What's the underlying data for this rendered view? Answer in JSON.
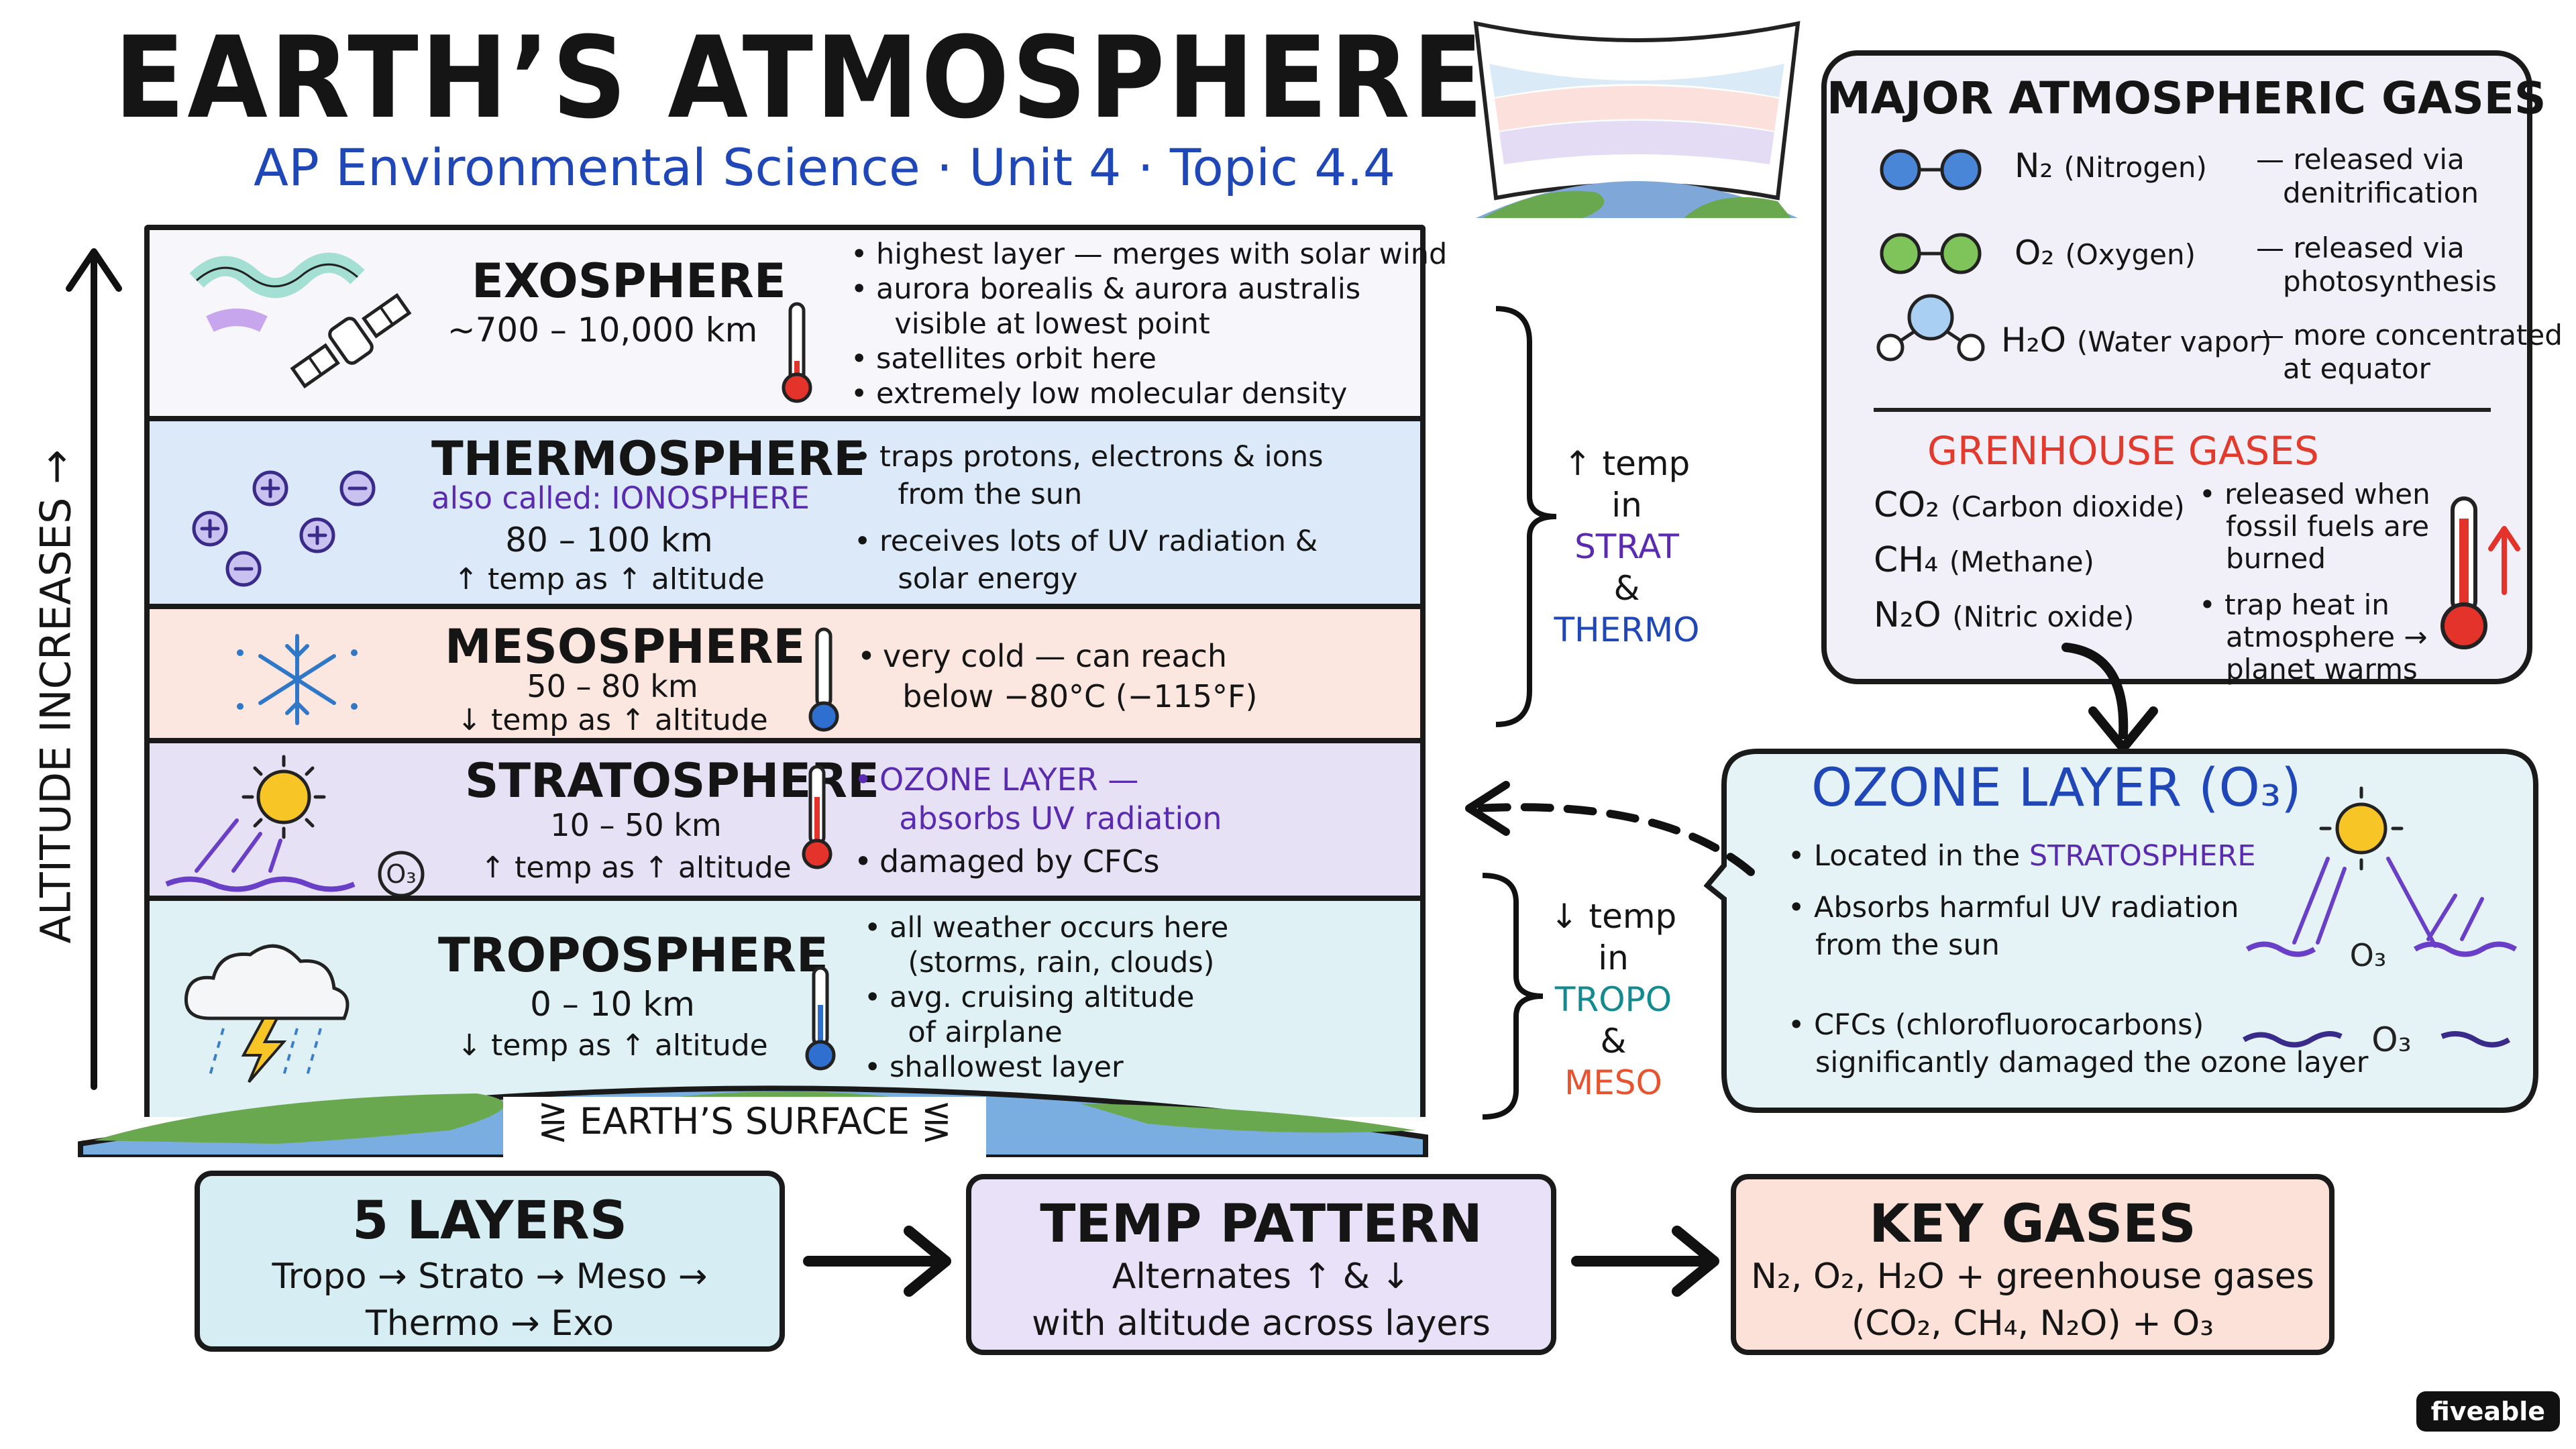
{
  "header": {
    "title": "EARTH’S ATMOSPHERE",
    "subtitle": "AP Environmental Science · Unit 4 · Topic 4.4"
  },
  "axis_label": "ALTITUDE INCREASES →",
  "surface_label": "EARTH’S SURFACE",
  "layers": [
    {
      "name": "EXOSPHERE",
      "range": "~700 – 10,000 km",
      "facts": [
        "highest layer — merges with solar wind",
        "aurora borealis & aurora australis\n  visible at lowest point",
        "satellites orbit here",
        "extremely low molecular density"
      ]
    },
    {
      "name": "THERMOSPHERE",
      "alt_prefix": "also called: ",
      "alt_name": "IONOSPHERE",
      "range": "80 – 100 km",
      "temp": "↑ temp as ↑ altitude",
      "facts": [
        "traps protons, electrons & ions\n  from the sun",
        "receives lots of UV radiation &\n  solar energy"
      ]
    },
    {
      "name": "MESOSPHERE",
      "range": "50 – 80 km",
      "temp": "↓ temp as ↑ altitude",
      "facts": [
        "very cold — can reach\n  below −80°C (−115°F)"
      ]
    },
    {
      "name": "STRATOSPHERE",
      "range": "10 – 50 km",
      "temp": "↑ temp as ↑ altitude",
      "facts": [
        "OZONE LAYER —\n  absorbs UV radiation",
        "damaged by CFCs"
      ],
      "ozone_label": "O₃"
    },
    {
      "name": "TROPOSPHERE",
      "range": "0 – 10 km",
      "temp": "↓ temp as ↑ altitude",
      "facts": [
        "all weather occurs here\n  (storms, rain, clouds)",
        "avg. cruising altitude\n  of airplane",
        "shallowest layer"
      ]
    }
  ],
  "temp_notes": {
    "upper": {
      "line1": "↑ temp",
      "line2": "in",
      "a": "STRAT",
      "amp": "&",
      "b": "THERMO"
    },
    "lower": {
      "line1": "↓ temp",
      "line2": "in",
      "a": "TROPO",
      "amp": "&",
      "b": "MESO"
    }
  },
  "gases": {
    "title": "MAJOR ATMOSPHERIC GASES",
    "items": [
      {
        "formula": "N₂",
        "name": "(Nitrogen)",
        "note": "— released via\n   denitrification"
      },
      {
        "formula": "O₂",
        "name": "(Oxygen)",
        "note": "— released via\n   photosynthesis"
      },
      {
        "formula": "H₂O",
        "name": "(Water vapor)",
        "note": "— more concentrated\n   at equator"
      }
    ],
    "greenhouse_title": "GRENHOUSE GASES",
    "greenhouse": [
      {
        "formula": "CO₂",
        "name": "(Carbon dioxide)"
      },
      {
        "formula": "CH₄",
        "name": "(Methane)"
      },
      {
        "formula": "N₂O",
        "name": "(Nitric oxide)"
      }
    ],
    "greenhouse_notes": [
      "• released when\n   fossil fuels are\n   burned",
      "• trap heat in\n   atmosphere →\n   planet warms"
    ]
  },
  "ozone": {
    "title": "OZONE LAYER (O₃)",
    "f1_prefix": "• Located in the ",
    "f1_highlight": "STRATOSPHERE",
    "f2": "• Absorbs harmful UV radiation\n   from the sun",
    "f3": "• CFCs (chlorofluorocarbons)\n   significantly damaged the ozone layer",
    "o3_label": "O₃"
  },
  "summary": [
    {
      "title": "5 LAYERS",
      "text": "Tropo → Strato → Meso →\nThermo → Exo"
    },
    {
      "title": "TEMP PATTERN",
      "text": "Alternates ↑ & ↓\nwith altitude across layers"
    },
    {
      "title": "KEY GASES",
      "text": "N₂, O₂, H₂O + greenhouse gases\n(CO₂, CH₄, N₂O) + O₃"
    }
  ],
  "brand": "fiveable",
  "colors": {
    "exosphere": "#f7f6fb",
    "thermosphere": "#dce9f8",
    "mesosphere": "#fbe7e0",
    "stratosphere": "#e7e1f6",
    "troposphere": "#dff1f4",
    "blue_text": "#1f47b8",
    "purple_text": "#5a2bb0",
    "red_text": "#e23a2c",
    "teal_text": "#138a8f",
    "summary1": "#d6eef3",
    "summary2": "#e8e1f7",
    "summary3": "#fbe1d8",
    "ozone_box": "#e6f3f6"
  }
}
